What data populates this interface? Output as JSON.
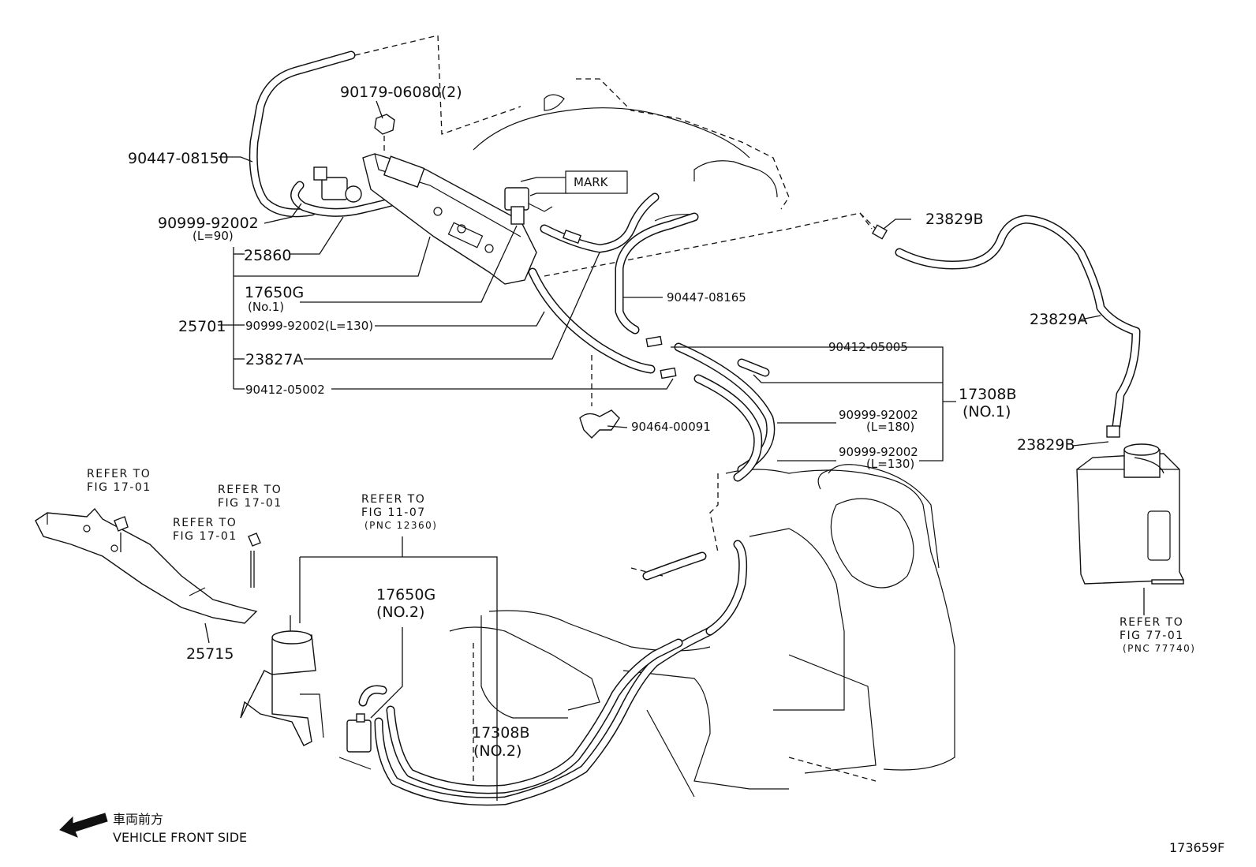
{
  "labels": {
    "p90179": "90179-06080(2)",
    "p90447_08150": "90447-08150",
    "p90999_l90": "90999-92002",
    "p90999_l90_len": "(L=90)",
    "p25860": "25860",
    "p17650g_1": "17650G",
    "p17650g_1_sub": "(No.1)",
    "p25701": "25701",
    "p90999_l130a": "90999-92002(L=130)",
    "p23827a": "23827A",
    "p90412_05002": "90412-05002",
    "mark": "MARK",
    "p23829b_top": "23829B",
    "p90447_08165": "90447-08165",
    "p23829a": "23829A",
    "p90412_05005": "90412-05005",
    "p17308b_1": "17308B",
    "p17308b_1_sub": "(NO.1)",
    "p90999_l180": "90999-92002",
    "p90999_l180_len": "(L=180)",
    "p90464": "90464-00091",
    "p90999_l130b": "90999-92002",
    "p90999_l130b_len": "(L=130)",
    "p23829b_bot": "23829B",
    "p25715": "25715",
    "p17650g_2": "17650G",
    "p17650g_2_sub": "(NO.2)",
    "p17308b_2": "17308B",
    "p17308b_2_sub": "(NO.2)"
  },
  "references": {
    "ref_fig17_a_1": "REFER TO",
    "ref_fig17_a_2": "FIG 17-01",
    "ref_fig17_b_1": "REFER TO",
    "ref_fig17_b_2": "FIG 17-01",
    "ref_fig17_c_1": "REFER TO",
    "ref_fig17_c_2": "FIG 17-01",
    "ref_fig11_1": "REFER TO",
    "ref_fig11_2": "FIG 11-07",
    "ref_fig11_3": "(PNC 12360)",
    "ref_fig77_1": "REFER TO",
    "ref_fig77_2": "FIG 77-01",
    "ref_fig77_3": "(PNC 77740)"
  },
  "footer": {
    "japanese": "車両前方",
    "direction": "VEHICLE FRONT SIDE",
    "figure_id": "173659F"
  }
}
